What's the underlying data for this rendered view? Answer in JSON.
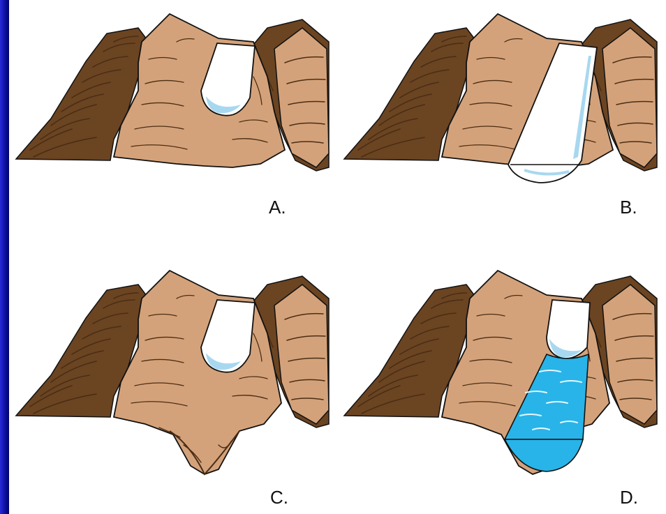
{
  "colors": {
    "rock_light": "#d4a27a",
    "rock_dark": "#6b4422",
    "rock_shadow": "#4a2d14",
    "ice": "#ffffff",
    "ice_shade": "#a8d8f0",
    "water": "#28b4e8",
    "outline": "#111111",
    "frame_blue": "#0c0c9a"
  },
  "panels": [
    {
      "label": "A.",
      "stage": "glacier-in-valley"
    },
    {
      "label": "B.",
      "stage": "glacier-advanced"
    },
    {
      "label": "C.",
      "stage": "glacier-retreated-carved-valley"
    },
    {
      "label": "D.",
      "stage": "valley-filled-with-water"
    }
  ]
}
